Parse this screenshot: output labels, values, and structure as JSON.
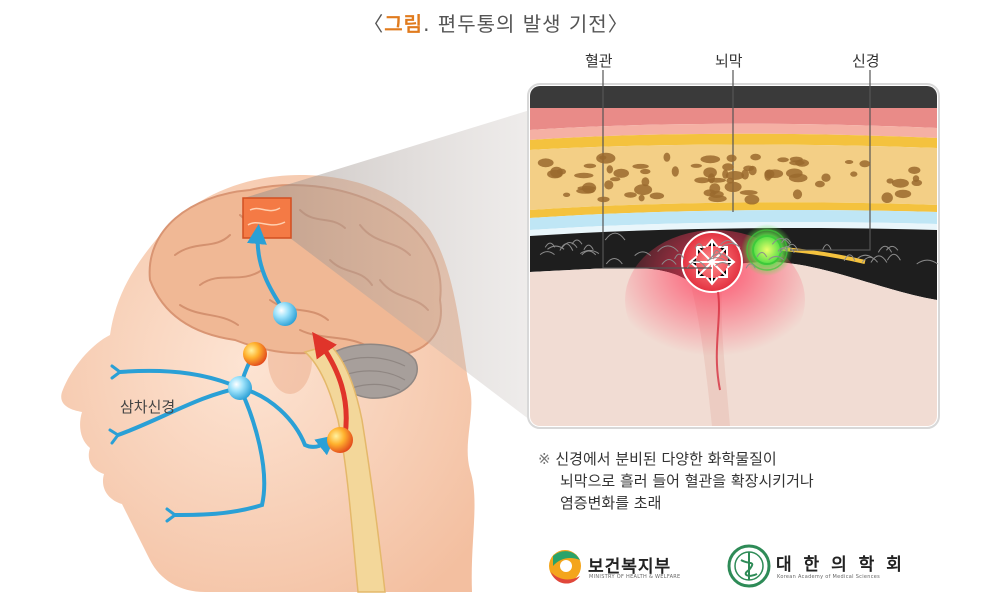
{
  "title": {
    "open_bracket": "〈",
    "accent": "그림",
    "rest": ". 편두통의 발생 기전",
    "close_bracket": "〉"
  },
  "inset_labels": {
    "vessel": "혈관",
    "meninges": "뇌막",
    "nerve": "신경"
  },
  "head_label": "삼차신경",
  "note": {
    "marker": "※",
    "lines": [
      "신경에서 분비된 다양한 화학물질이",
      "뇌막으로 흘러 들어 혈관을 확장시키거나",
      "염증변화를 초래"
    ]
  },
  "logos": {
    "ministry_name": "보건복지부",
    "ministry_sub": "MINISTRY OF HEALTH & WELFARE",
    "academy_name": "대 한 의 학 회",
    "academy_sub": "Korean Academy of Medical Sciences"
  },
  "colors": {
    "nerve_blue": "#2aa0d6",
    "nerve_red": "#e0342a",
    "node_blue": "#7fd3f2",
    "node_orange": "#f28a1e",
    "skin": "#f6c9ad",
    "brain": "#eeb08e",
    "vessel_red": "#e8404a",
    "nerve_green": "#3ec93b",
    "accent_orange": "#e07b1e",
    "academy_green": "#2e8b57"
  }
}
